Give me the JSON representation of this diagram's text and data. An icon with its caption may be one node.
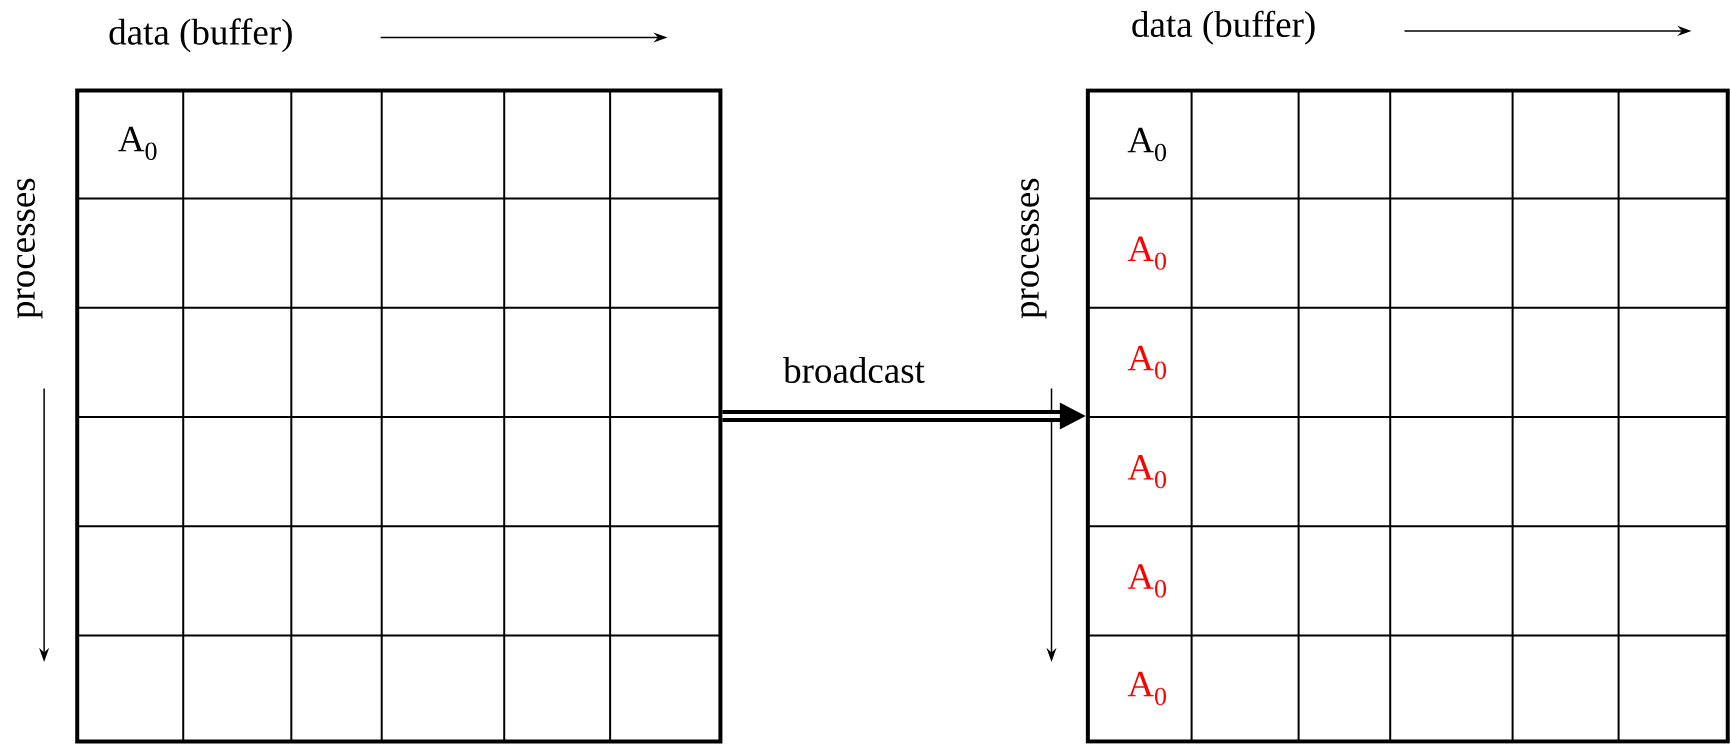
{
  "diagram": {
    "nodes": [
      {
        "text": [],
        "shape": "box"
      },
      {
        "text": [],
        "shape": "box"
      }
    ],
    "edges": [
      {
        "from": 0,
        "to": 1,
        "arrow": "to",
        "label": "broadcast"
      }
    ],
    "labels": [
      "data (buffer)",
      "processes",
      "A$_{0}$",
      "data (buffer)",
      "processes",
      "A$_{0}$",
      "A$_{0}$",
      "A$_{0}$",
      "A$_{0}$",
      "A$_{0}$",
      "A$_{0}$"
    ]
  }
}
